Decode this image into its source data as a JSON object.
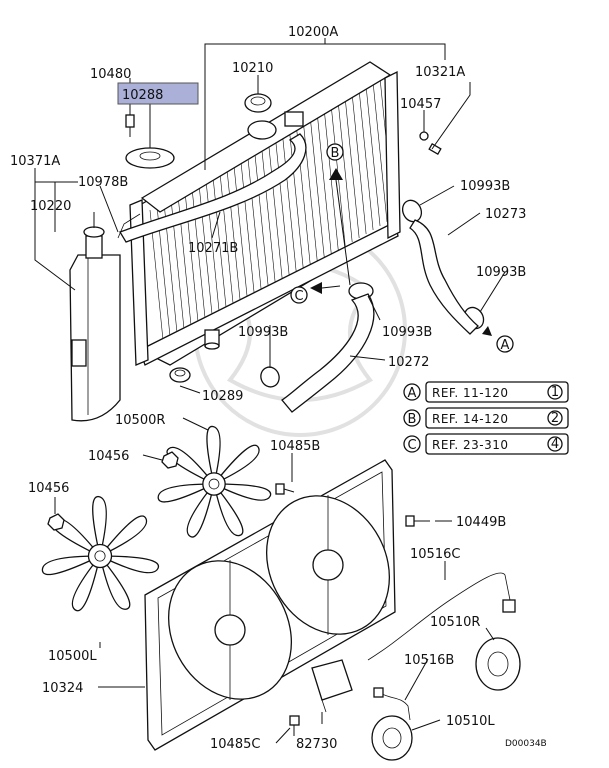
{
  "labels": {
    "p10200A": "10200A",
    "p10210": "10210",
    "p10321A": "10321A",
    "p10480": "10480",
    "p10288": "10288",
    "p10457": "10457",
    "p10371A": "10371A",
    "p10978B": "10978B",
    "p10220": "10220",
    "p10993B_a": "10993B",
    "p10273": "10273",
    "p10271B": "10271B",
    "p10993B_b": "10993B",
    "p10993B_c": "10993B",
    "p10993B_d": "10993B",
    "p10272": "10272",
    "p10289": "10289",
    "p10500R": "10500R",
    "p10456_a": "10456",
    "p10485B": "10485B",
    "p10456_b": "10456",
    "p10449B": "10449B",
    "p10516C": "10516C",
    "p10510R": "10510R",
    "p10500L": "10500L",
    "p10516B": "10516B",
    "p10324": "10324",
    "p10510L": "10510L",
    "p10485C": "10485C",
    "p82730": "82730",
    "drawing_code": "D00034B"
  },
  "callouts": {
    "a": "A",
    "b": "B",
    "c": "C"
  },
  "references": [
    {
      "letter": "A",
      "text": "REF. 11-120",
      "page": "1"
    },
    {
      "letter": "B",
      "text": "REF. 14-120",
      "page": "2"
    },
    {
      "letter": "C",
      "text": "REF. 23-310",
      "page": "4"
    }
  ],
  "highlight_color": "#aab0d8"
}
